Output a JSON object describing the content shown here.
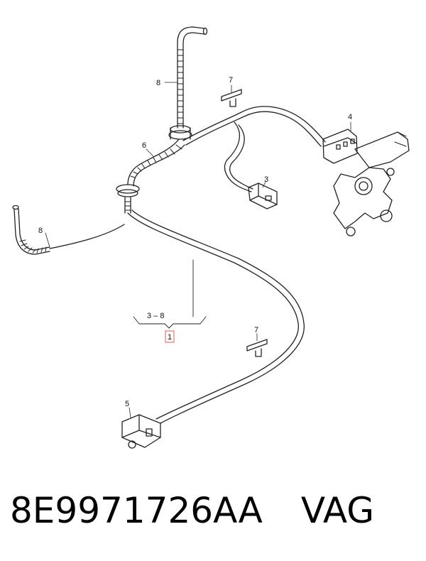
{
  "diagram": {
    "callouts": {
      "c1": "1",
      "c3": "3",
      "c4": "4",
      "c5": "5",
      "c6": "6",
      "c7a": "7",
      "c7b": "7",
      "c8a": "8",
      "c8b": "8",
      "range": "3 – 8"
    },
    "colors": {
      "line": "#222222",
      "highlight": "#e05a5a"
    }
  },
  "footer": {
    "part_number": "8E9971726AA",
    "brand": "VAG"
  }
}
